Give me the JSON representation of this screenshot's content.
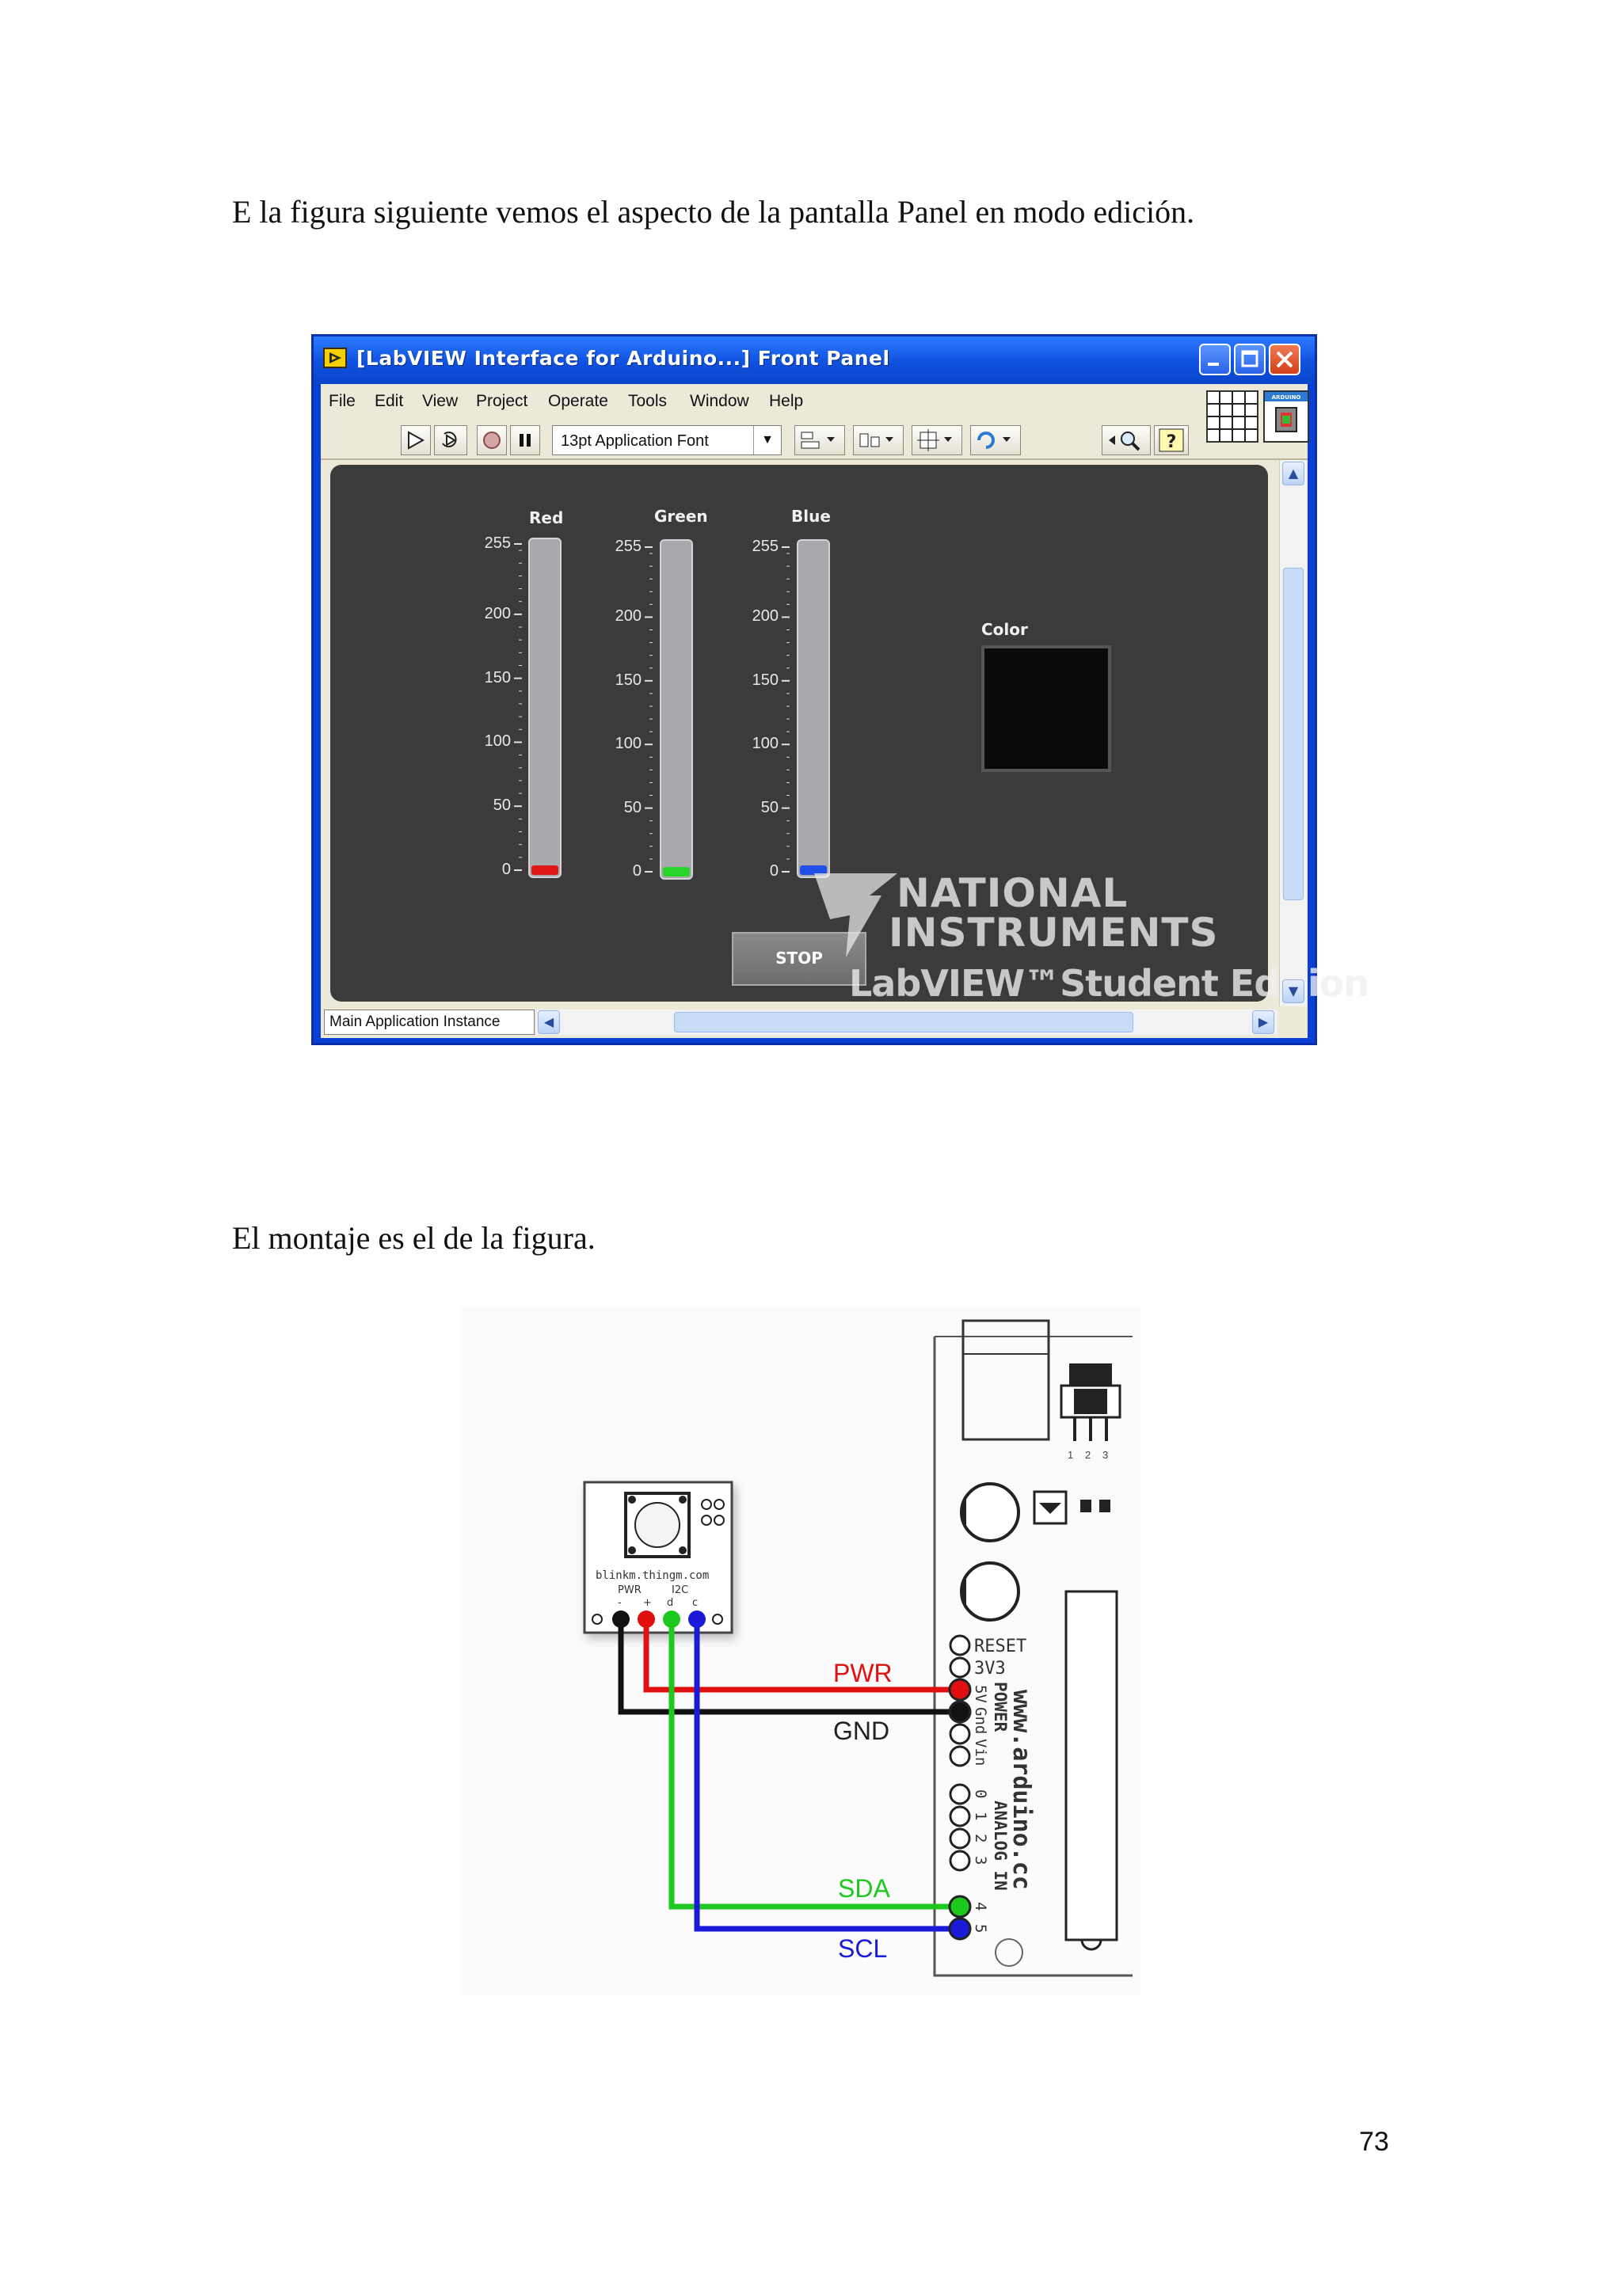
{
  "document": {
    "paragraph_1": "E la figura siguiente vemos el aspecto de la pantalla Panel en modo edición.",
    "paragraph_2": "El montaje es el de la figura.",
    "page_number": "73"
  },
  "labview_window": {
    "title": "[LabVIEW Interface for Arduino...] Front Panel",
    "menu": [
      "File",
      "Edit",
      "View",
      "Project",
      "Operate",
      "Tools",
      "Window",
      "Help"
    ],
    "font_selector": "13pt Application Font",
    "instance": "Main Application Instance",
    "icon_label": "ARDUINO",
    "sliders": [
      {
        "label": "Red",
        "color": "#e01818",
        "value": 0
      },
      {
        "label": "Green",
        "color": "#2ad42a",
        "value": 0
      },
      {
        "label": "Blue",
        "color": "#2050e8",
        "value": 0
      }
    ],
    "scale_ticks": [
      "255",
      "200",
      "150",
      "100",
      "50",
      "0"
    ],
    "color_indicator_label": "Color",
    "stop_label": "STOP",
    "watermark": {
      "line1": "NATIONAL",
      "line2": "INSTRUMENTS",
      "line3": "LabVIEW™Student Edition"
    }
  },
  "circuit": {
    "module_text": "blinkm.thingm.com",
    "module_pwr": "PWR",
    "module_i2c": "I2C",
    "module_pins": [
      "-",
      "+",
      "d",
      "c"
    ],
    "board_url": "www.arduino.cc",
    "power_header": "POWER",
    "analog_header": "ANALOG IN",
    "power_pins": [
      "RESET",
      "3V3",
      "5V",
      "Gnd",
      "Vin"
    ],
    "analog_pins": [
      "0",
      "1",
      "2",
      "3",
      "4",
      "5"
    ],
    "regulator_pins": [
      "1",
      "2",
      "3"
    ],
    "wires": [
      {
        "label": "PWR",
        "color": "#e01010"
      },
      {
        "label": "GND",
        "color": "#111111"
      },
      {
        "label": "SDA",
        "color": "#1ec81e"
      },
      {
        "label": "SCL",
        "color": "#1a1ad8"
      }
    ]
  }
}
